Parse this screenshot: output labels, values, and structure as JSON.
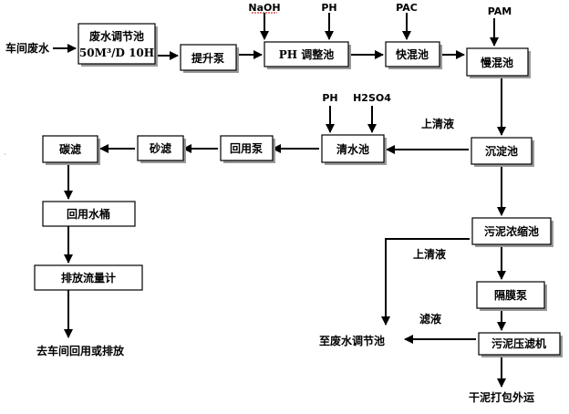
{
  "inputs": {
    "workshop_wastewater": "车间废水"
  },
  "chemicals": {
    "naoh": "NaOH",
    "ph_1": "PH",
    "pac": "PAC",
    "pam": "PAM",
    "ph_2": "PH",
    "h2so4": "H2SO4"
  },
  "units": {
    "equalization_tank_line1": "废水调节池",
    "equalization_tank_line2": "50M³/D 10H",
    "lift_pump": "提升泵",
    "ph_adjust_tank": "PH 调整池",
    "fast_mix_tank": "快混池",
    "slow_mix_tank": "慢混池",
    "sedimentation_tank": "沉淀池",
    "clear_water_tank": "清水池",
    "reuse_pump": "回用泵",
    "sand_filter": "砂滤",
    "carbon_filter": "碳滤",
    "reuse_water_bucket": "回用水桶",
    "discharge_flowmeter": "排放流量计",
    "sludge_thickener": "污泥浓缩池",
    "diaphragm_pump": "隔膜泵",
    "sludge_filter_press": "污泥压滤机"
  },
  "flows": {
    "supernatant_1": "上清液",
    "supernatant_2": "上清液",
    "filtrate": "滤液"
  },
  "outputs": {
    "to_workshop_reuse": "去车间回用或排放",
    "to_equalization": "至废水调节池",
    "dry_sludge": "干泥打包外运"
  }
}
